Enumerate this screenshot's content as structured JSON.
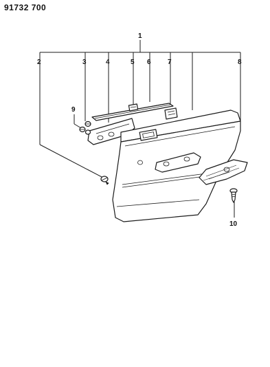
{
  "header": {
    "diagram_id": "91732 700"
  },
  "callouts": [
    {
      "id": "c1",
      "label": "1"
    },
    {
      "id": "c2",
      "label": "2"
    },
    {
      "id": "c3",
      "label": "3"
    },
    {
      "id": "c4",
      "label": "4"
    },
    {
      "id": "c5",
      "label": "5"
    },
    {
      "id": "c6",
      "label": "6"
    },
    {
      "id": "c7",
      "label": "7"
    },
    {
      "id": "c8",
      "label": "8"
    },
    {
      "id": "c9",
      "label": "9"
    },
    {
      "id": "c10",
      "label": "10"
    }
  ],
  "colors": {
    "ink": "#1a1a1a",
    "paper": "#ffffff"
  }
}
